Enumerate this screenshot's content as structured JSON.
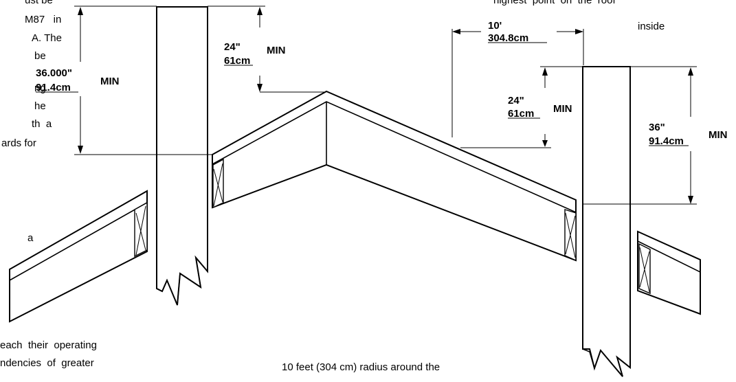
{
  "text_fragments": {
    "left_lines": [
      "ust be",
      "M87   in",
      "A. The",
      "be",
      "ng",
      "he",
      "th  a",
      "ards for",
      "a"
    ],
    "top_right_line1": "highest  point  on  the  roof",
    "top_right_line2": "inside",
    "bottom_left_line1": "each  their  operating",
    "bottom_left_line2": "ndencies  of  greater",
    "bottom_center_line": "10 feet (304 cm) radius around the"
  },
  "dimensions": {
    "left_total_in": "36.000\"",
    "left_total_cm": "91.4cm",
    "left_total_suffix": "MIN",
    "left_chimney_in": "24\"",
    "left_chimney_cm": "61cm",
    "left_chimney_suffix": "MIN",
    "horiz_ft": "10'",
    "horiz_cm": "304.8cm",
    "right_chimney_in": "24\"",
    "right_chimney_cm": "61cm",
    "right_chimney_suffix": "MIN",
    "right_total_in": "36\"",
    "right_total_cm": "91.4cm",
    "right_total_suffix": "MIN"
  }
}
